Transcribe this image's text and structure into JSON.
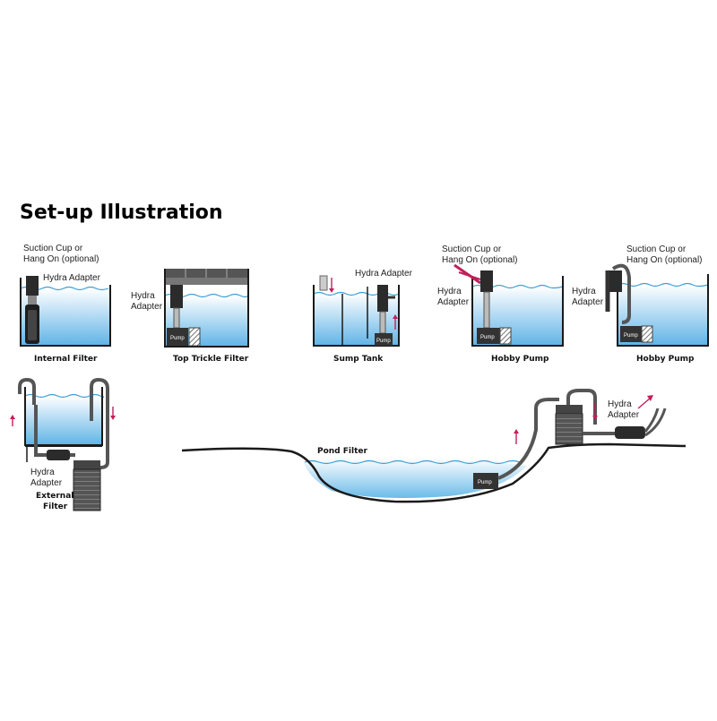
{
  "title": "Set-up Illustration",
  "labels": {
    "suction_cup": [
      "Suction Cup or",
      "Hang On (optional)"
    ],
    "hydra_adapter_one_line": "Hydra Adapter",
    "hydra_adapter": [
      "Hydra",
      "Adapter"
    ],
    "pump": "Pump"
  },
  "captions": {
    "internal_filter": "Internal Filter",
    "top_trickle_filter": "Top Trickle Filter",
    "sump_tank": "Sump Tank",
    "hobby_pump_1": "Hobby Pump",
    "hobby_pump_2": "Hobby Pump",
    "external_filter": [
      "External",
      "Filter"
    ],
    "pond_filter": "Pond Filter"
  },
  "colors": {
    "water_top": "#ffffff",
    "water_bottom": "#5fb3e6",
    "wave": "#3c9fd6",
    "arrow": "#c21f5a",
    "outline": "#1a1a1a"
  }
}
